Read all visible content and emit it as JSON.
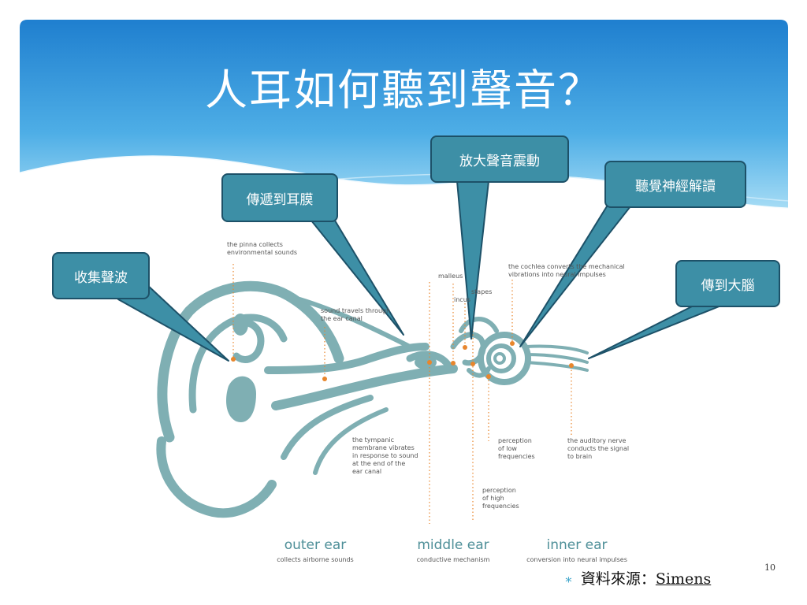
{
  "slide": {
    "title": "人耳如何聽到聲音？",
    "page_number": "10",
    "source_prefix": "資料來源：",
    "source_link": "Simens"
  },
  "callouts": {
    "collect": "收集聲波",
    "eardrum": "傳遞到耳膜",
    "amplify": "放大聲音震動",
    "decode": "聽覺神經解讀",
    "brain": "傳到大腦"
  },
  "labels": {
    "pinna": [
      "the pinna collects",
      "environmental sounds"
    ],
    "canal": [
      "sound travels through",
      "the ear canal"
    ],
    "malleus": "malleus",
    "incus": "incus",
    "stapes": "stapes",
    "cochlea": [
      "the cochlea converts the mechanical",
      "vibrations into neural impulses"
    ],
    "tympanic": [
      "the tympanic",
      "membrane vibrates",
      "in response to sound",
      "at the end of the",
      "ear canal"
    ],
    "low": [
      "perception",
      "of low",
      "frequencies"
    ],
    "high": [
      "perception",
      "of high",
      "frequencies"
    ],
    "nerve": [
      "the auditory nerve",
      "conducts the signal",
      "to brain"
    ]
  },
  "sections": {
    "outer": {
      "title": "outer ear",
      "sub": "collects airborne sounds"
    },
    "middle": {
      "title": "middle ear",
      "sub": "conductive mechanism"
    },
    "inner": {
      "title": "inner ear",
      "sub": "conversion into neural impulses"
    }
  },
  "colors": {
    "banner_top": "#1f7fcf",
    "banner_bottom": "#8fd0f2",
    "ear_teal": "#7fafb3",
    "callout_fill": "#3d8fa6",
    "callout_border": "#1d5168",
    "marker_orange": "#e8862d",
    "section_title": "#4e8f98"
  }
}
